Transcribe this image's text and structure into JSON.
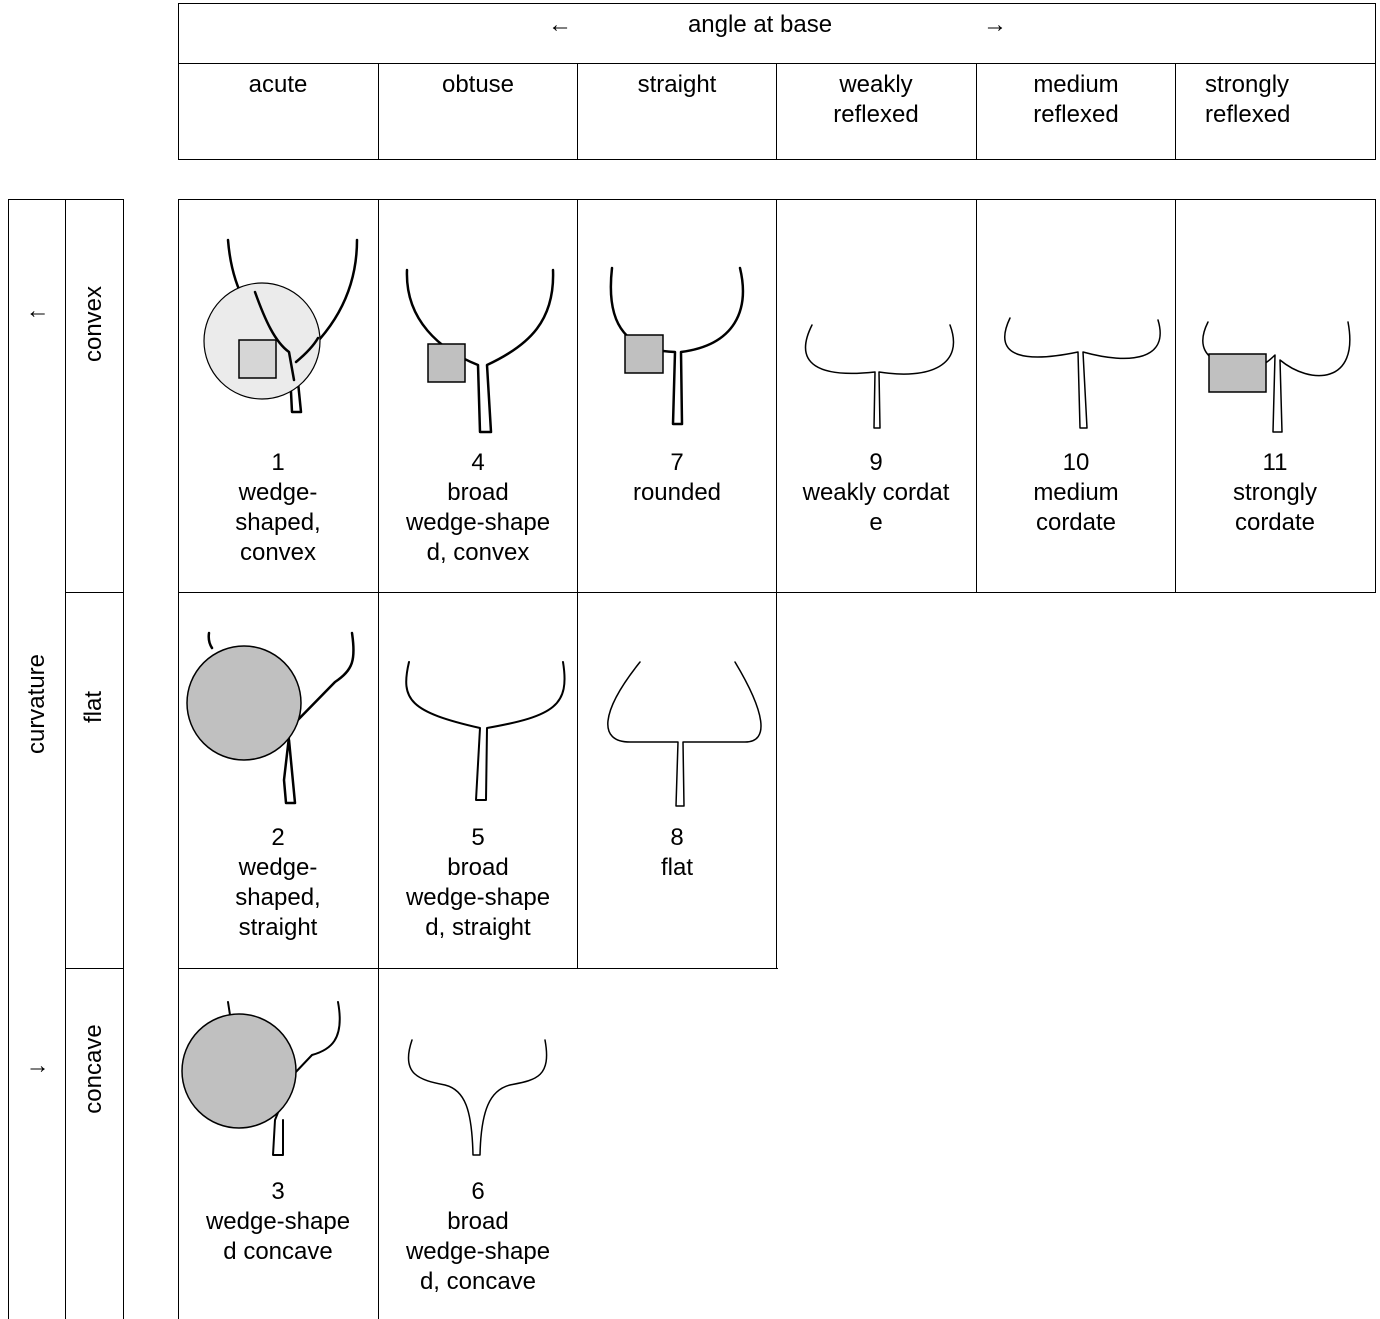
{
  "header": {
    "left_arrow": "←",
    "title": "angle at base",
    "right_arrow": "→",
    "columns": [
      "acute",
      "obtuse",
      "straight",
      "weakly\nreflexed",
      "medium\nreflexed",
      "strongly\nreflexed"
    ]
  },
  "side": {
    "up_arrow": "↑",
    "curvature_label": "curvature",
    "down_arrow": "↓",
    "rows": [
      "convex",
      "flat",
      "concave"
    ]
  },
  "cells": [
    {
      "number": "1",
      "label": "wedge-\nshaped,\nconvex"
    },
    {
      "number": "4",
      "label": "broad\nwedge-shape\nd, convex"
    },
    {
      "number": "7",
      "label": "rounded"
    },
    {
      "number": "9",
      "label": "weakly cordat\ne"
    },
    {
      "number": "10",
      "label": "medium\ncordate"
    },
    {
      "number": "11",
      "label": "strongly\ncordate"
    },
    {
      "number": "2",
      "label": "wedge-\nshaped,\nstraight"
    },
    {
      "number": "5",
      "label": "broad\nwedge-shape\nd, straight"
    },
    {
      "number": "8",
      "label": "flat"
    },
    {
      "number": "3",
      "label": "wedge-shape\nd concave"
    },
    {
      "number": "6",
      "label": "broad\nwedge-shape\nd, concave"
    }
  ],
  "colors": {
    "line": "#000000",
    "highlight_gray": "#c0c0c0",
    "light_gray": "#ebebeb"
  }
}
